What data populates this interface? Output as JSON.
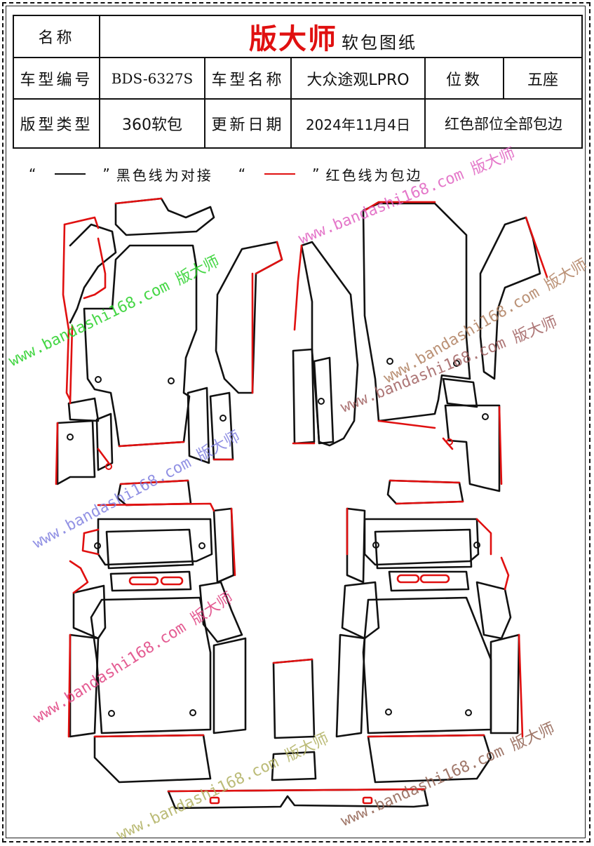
{
  "table": {
    "r1": {
      "label": "名称",
      "brand": "版大师",
      "sub": "软包图纸"
    },
    "r2": {
      "l1": "车型编号",
      "v1": "BDS-6327S",
      "l2": "车型名称",
      "v2": "大众途观LPRO",
      "l3": "位数",
      "v3": "五座"
    },
    "r3": {
      "l1": "版型类型",
      "v1": "360软包",
      "l2": "更新日期",
      "v2": "2024年11月4日",
      "v3": "红色部位全部包边"
    }
  },
  "legend": {
    "quote_open": "“",
    "quote_close": "”",
    "black_text": "黑色线为对接",
    "red_text": "红色线为包边"
  },
  "watermark": {
    "text": "www.bandashi168.com 版大师"
  },
  "colors": {
    "red": "#e01010",
    "black": "#111111",
    "brand": "#e01010"
  }
}
